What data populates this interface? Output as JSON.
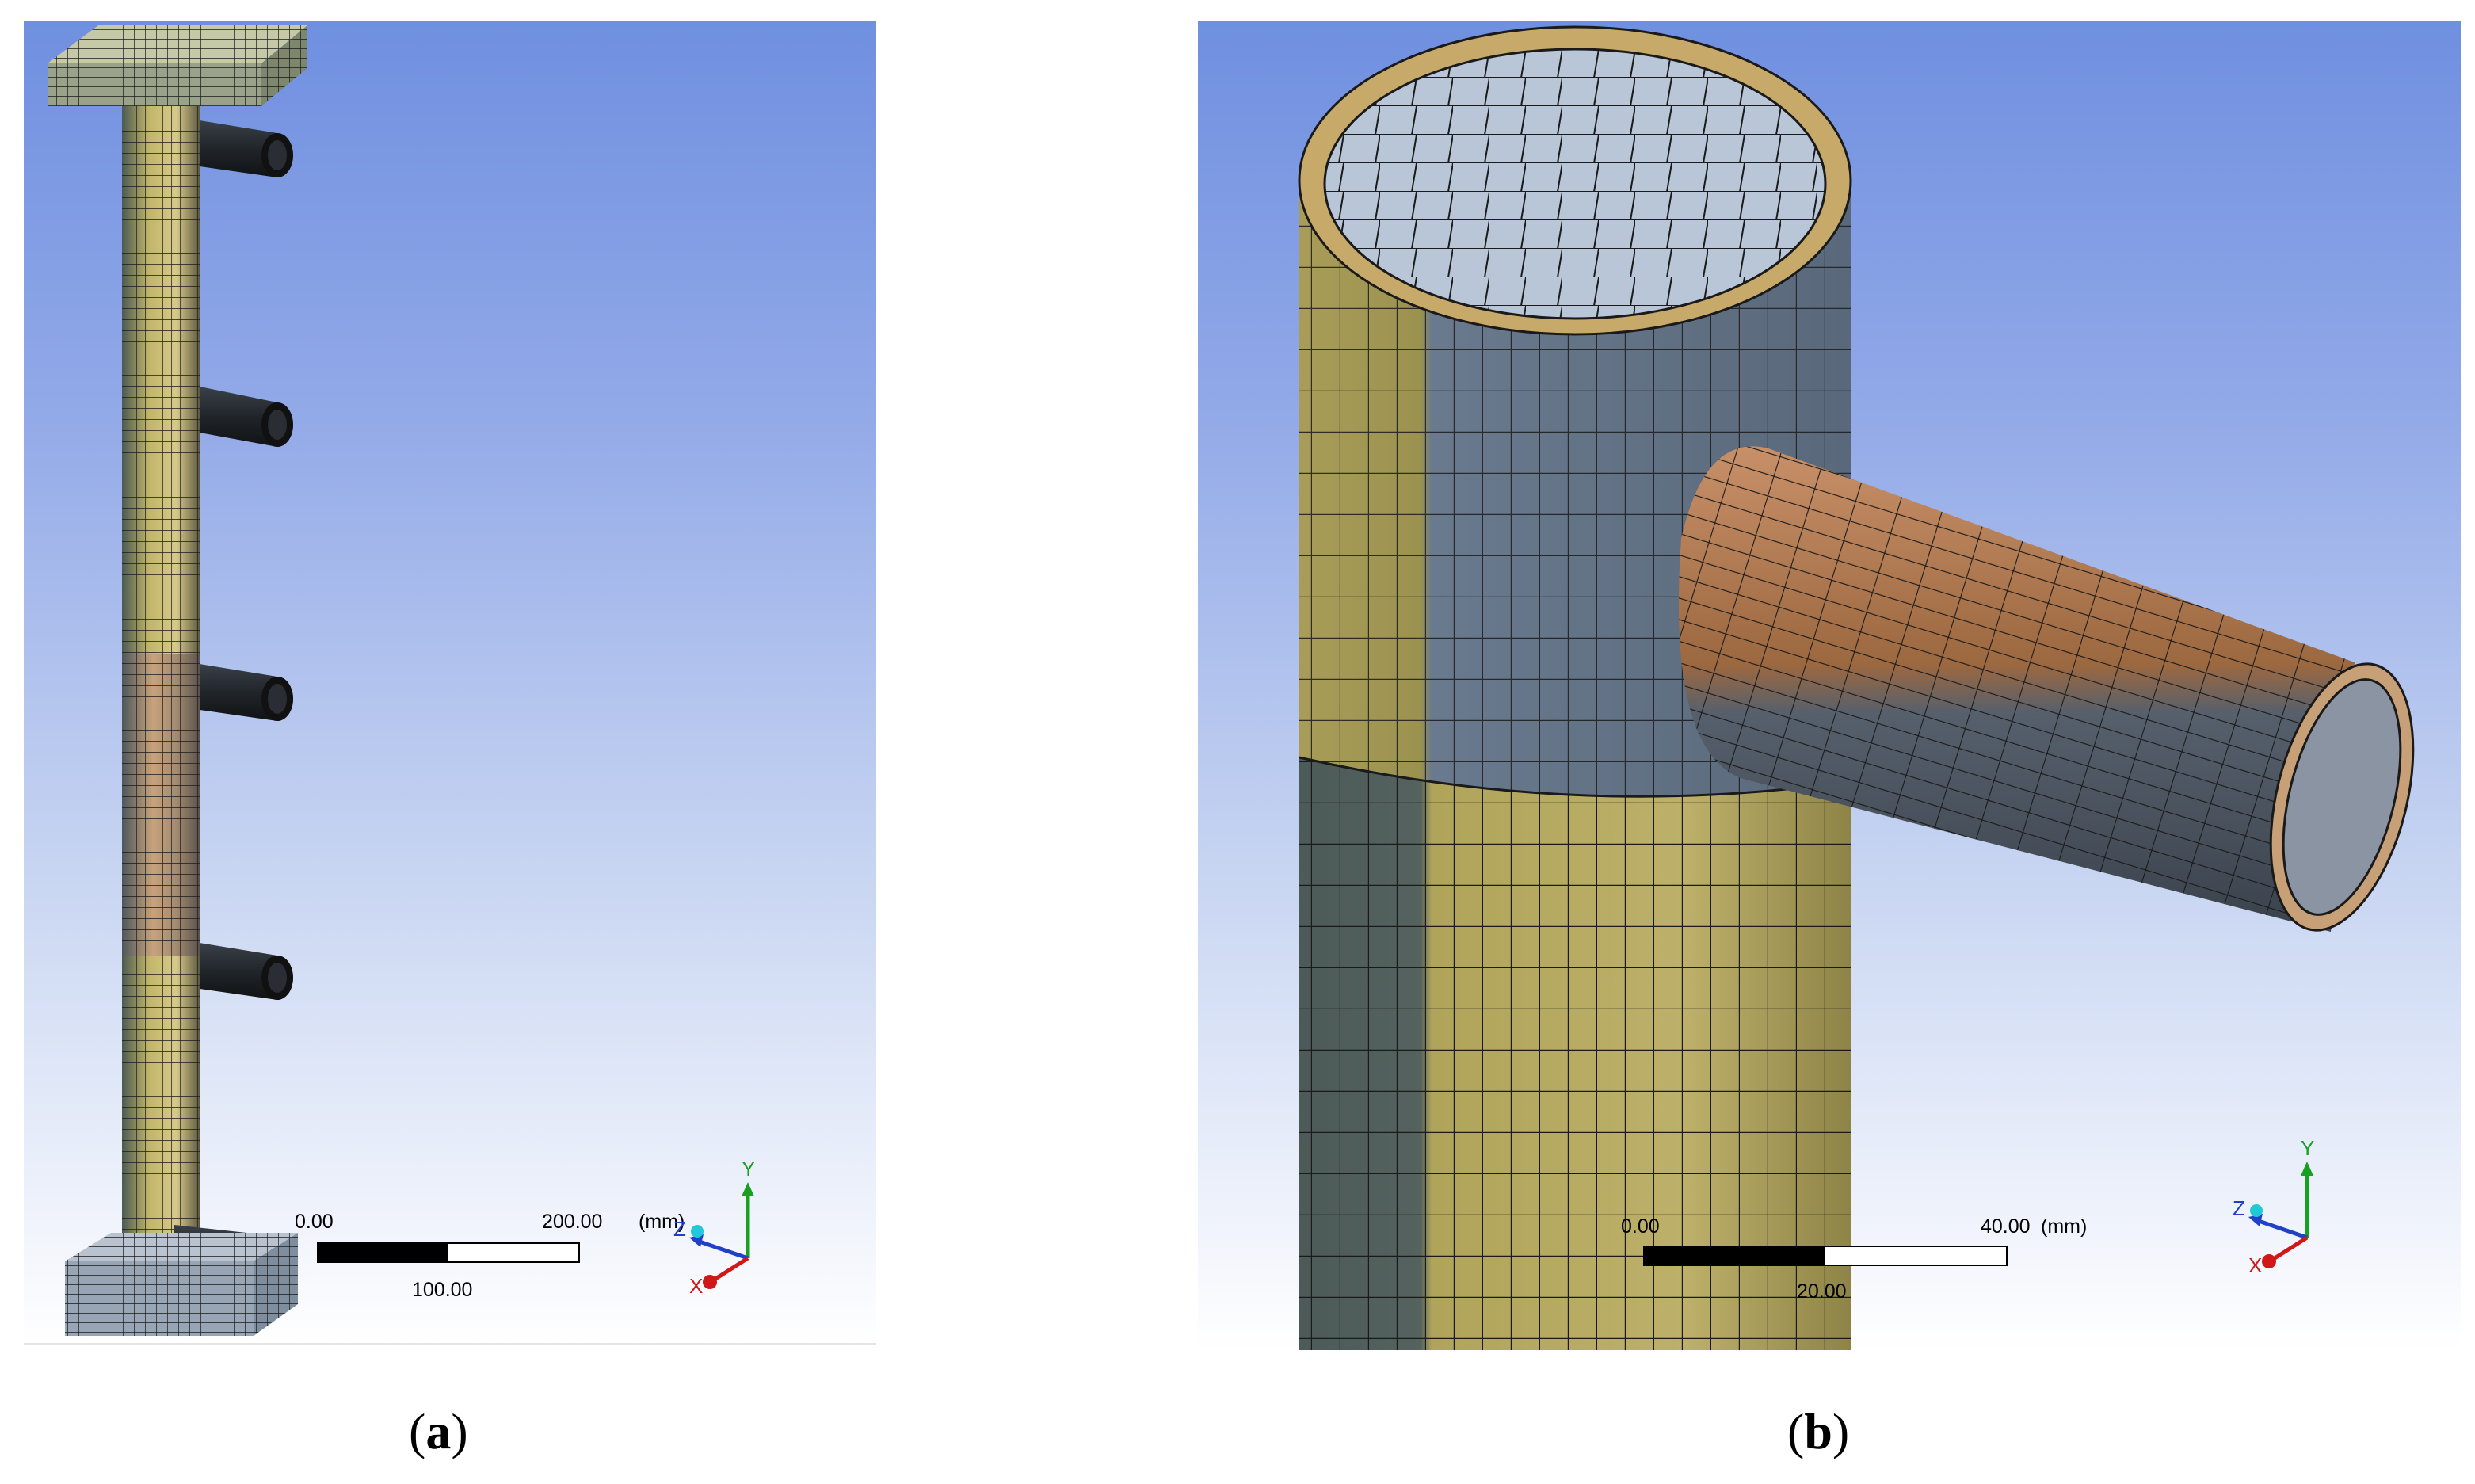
{
  "panels": [
    {
      "id": "a",
      "caption": {
        "open": "(",
        "letter": "a",
        "close": ")"
      },
      "scale_bar": {
        "start": "0.00",
        "mid": "100.00",
        "end": "200.00",
        "unit": "(mm)"
      },
      "triad": {
        "x": "X",
        "y": "Y",
        "z": "Z"
      }
    },
    {
      "id": "b",
      "caption": {
        "open": "(",
        "letter": "b",
        "close": ")"
      },
      "scale_bar": {
        "start": "0.00",
        "mid": "20.00",
        "end": "40.00",
        "unit": "(mm)"
      },
      "triad": {
        "x": "X",
        "y": "Y",
        "z": "Z"
      }
    }
  ],
  "colors": {
    "background_top": "#6f8fe0",
    "background_bottom": "#ffffff",
    "mesh_yellow": "#b3a85e",
    "mesh_blue_grey": "#8a9aae",
    "mesh_copper": "#b07a50",
    "mesh_lines": "#1a1a1a",
    "axis_x": "#d01818",
    "axis_y": "#18a020",
    "axis_z": "#2040c8"
  }
}
